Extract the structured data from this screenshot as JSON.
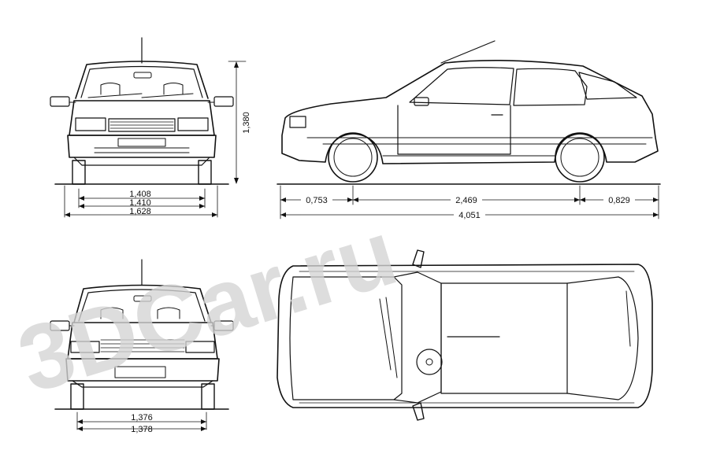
{
  "watermark": {
    "text": "3DCar.ru",
    "color": "#d4d4d4"
  },
  "colors": {
    "ink": "#111111",
    "paper": "#ffffff"
  },
  "views": {
    "front": {
      "dimensions": {
        "height": "1,380",
        "track": "1,408",
        "width_a": "1,410",
        "width_overall": "1,628"
      }
    },
    "side": {
      "dimensions": {
        "front_overhang": "0,753",
        "wheelbase": "2,469",
        "rear_overhang": "0,829",
        "length": "4,051"
      }
    },
    "rear": {
      "dimensions": {
        "track": "1,376",
        "width_a": "1,378"
      }
    },
    "top": {}
  }
}
